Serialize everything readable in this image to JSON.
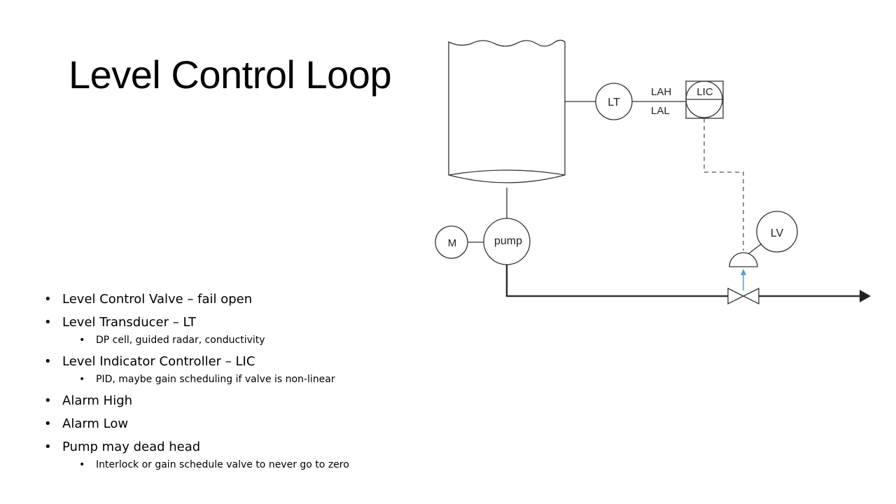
{
  "slide": {
    "title": "Level Control Loop"
  },
  "diagram": {
    "lt_label": "LT",
    "lic_label": "LIC",
    "lah_label": "LAH",
    "lal_label": "LAL",
    "lv_label": "LV",
    "motor_label": "M",
    "pump_label": "pump",
    "signal_arrow_color": "#5b9bd5"
  },
  "bullets": {
    "valve": "Level Control Valve – fail open",
    "transducer": "Level Transducer – LT",
    "transducer_detail": "DP cell, guided radar, conductivity",
    "controller": "Level Indicator Controller – LIC",
    "controller_detail": "PID, maybe gain scheduling if valve is non-linear",
    "alarm_high": "Alarm High",
    "alarm_low": "Alarm Low",
    "pump": "Pump may dead head",
    "pump_detail": "Interlock or gain schedule valve to never go to zero"
  }
}
